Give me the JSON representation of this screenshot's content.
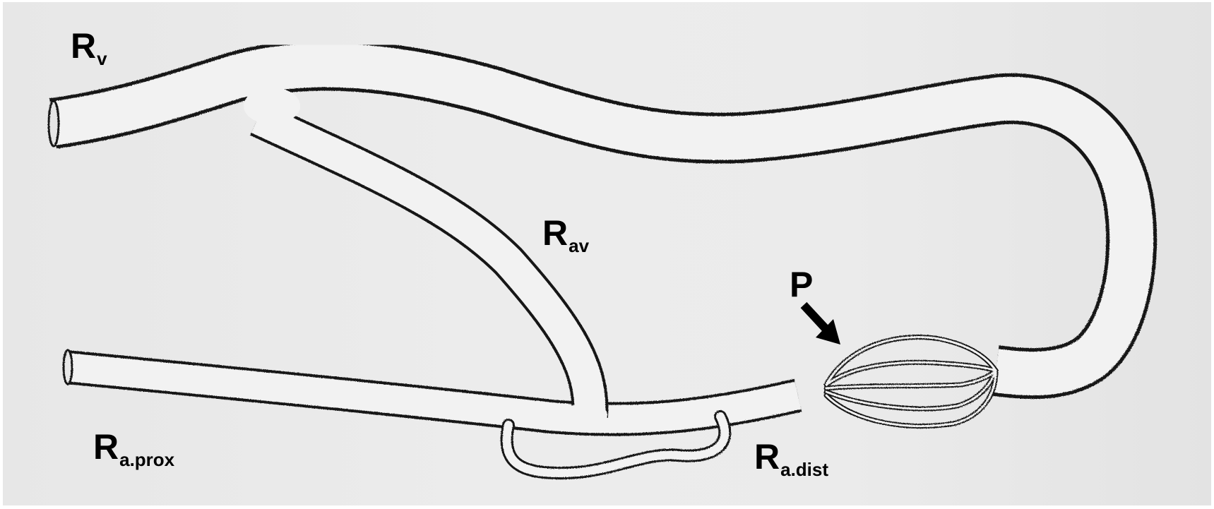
{
  "colors": {
    "background": "#ebebeb",
    "vessel_fill": "#f1f1f1",
    "vessel_outline": "#111111",
    "label": "#000000"
  },
  "labels": {
    "rv": {
      "main": "R",
      "sub": "v"
    },
    "rav": {
      "main": "R",
      "sub": "av"
    },
    "p": {
      "main": "P"
    },
    "raprox": {
      "main": "R",
      "sub": "a.prox"
    },
    "radist": {
      "main": "R",
      "sub": "a.dist"
    }
  },
  "arrow": {
    "icon": "arrow-down-right-icon"
  }
}
